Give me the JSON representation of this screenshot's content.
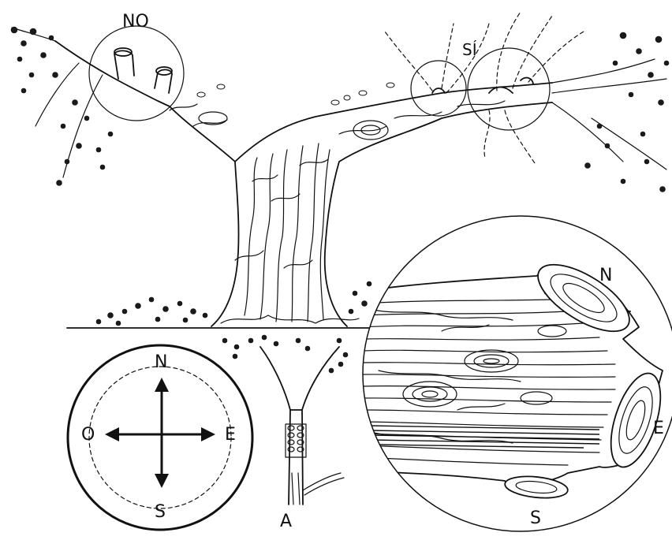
{
  "labels": {
    "cut_no": "NO",
    "cut_si": "SÍ",
    "compass_n": "N",
    "compass_s": "S",
    "compass_e": "E",
    "compass_o": "O",
    "detail_n": "N",
    "detail_e": "E",
    "detail_s": "S",
    "sapling": "A"
  },
  "icons": {
    "compass": "compass-rose-icon",
    "tree": "pruned-tree-illustration",
    "sapling": "young-tree-illustration",
    "detail": "magnified-cut-branch-illustration"
  }
}
